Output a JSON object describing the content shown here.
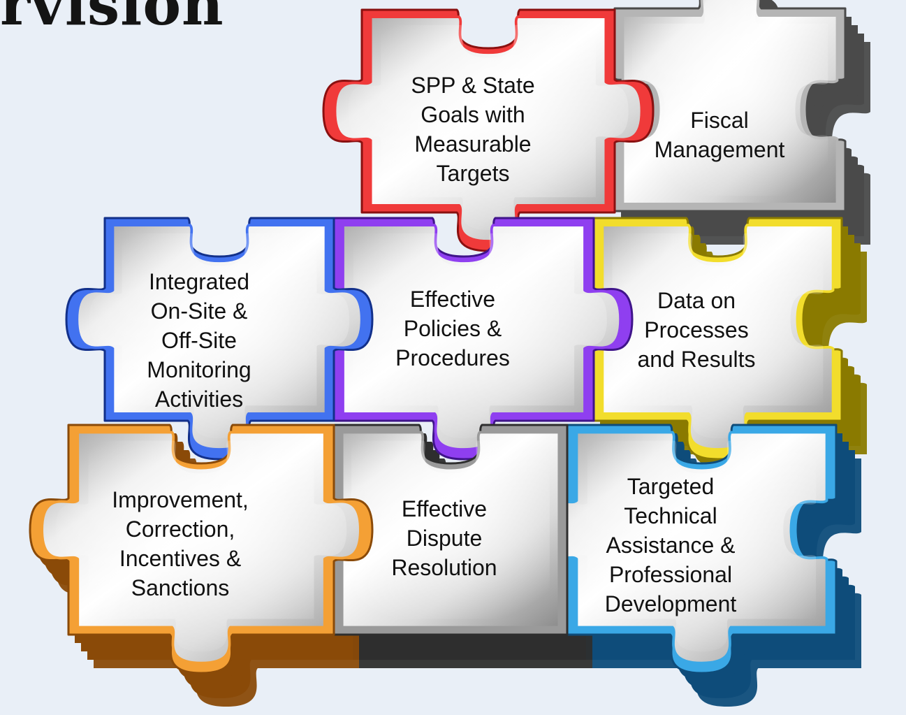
{
  "heading": "rvision",
  "pieces": [
    {
      "id": "fiscal",
      "lines": [
        "Fiscal",
        "Management"
      ],
      "color": "#b5b5b5",
      "dark": "#4a4a4a"
    },
    {
      "id": "spp",
      "lines": [
        "SPP & State",
        "Goals with",
        "Measurable",
        "Targets"
      ],
      "color": "#f03a3a",
      "dark": "#8a1010"
    },
    {
      "id": "data",
      "lines": [
        "Data on",
        "Processes",
        "and Results"
      ],
      "color": "#f2dd2c",
      "dark": "#8a7a00"
    },
    {
      "id": "policies",
      "lines": [
        "Effective",
        "Policies &",
        "Procedures"
      ],
      "color": "#8f3ff0",
      "dark": "#3f148a"
    },
    {
      "id": "monitoring",
      "lines": [
        "Integrated",
        "On-Site &",
        "Off-Site",
        "Monitoring",
        "Activities"
      ],
      "color": "#4272f0",
      "dark": "#12308a"
    },
    {
      "id": "technical",
      "lines": [
        "Targeted",
        "Technical",
        "Assistance &",
        "Professional",
        "Development"
      ],
      "color": "#3aa8e6",
      "dark": "#0e4c7a"
    },
    {
      "id": "dispute",
      "lines": [
        "Effective",
        "Dispute",
        "Resolution"
      ],
      "color": "#9a9a9a",
      "dark": "#2e2e2e"
    },
    {
      "id": "improvement",
      "lines": [
        "Improvement,",
        "Correction,",
        "Incentives &",
        "Sanctions"
      ],
      "color": "#f4a035",
      "dark": "#8a4a08"
    }
  ]
}
